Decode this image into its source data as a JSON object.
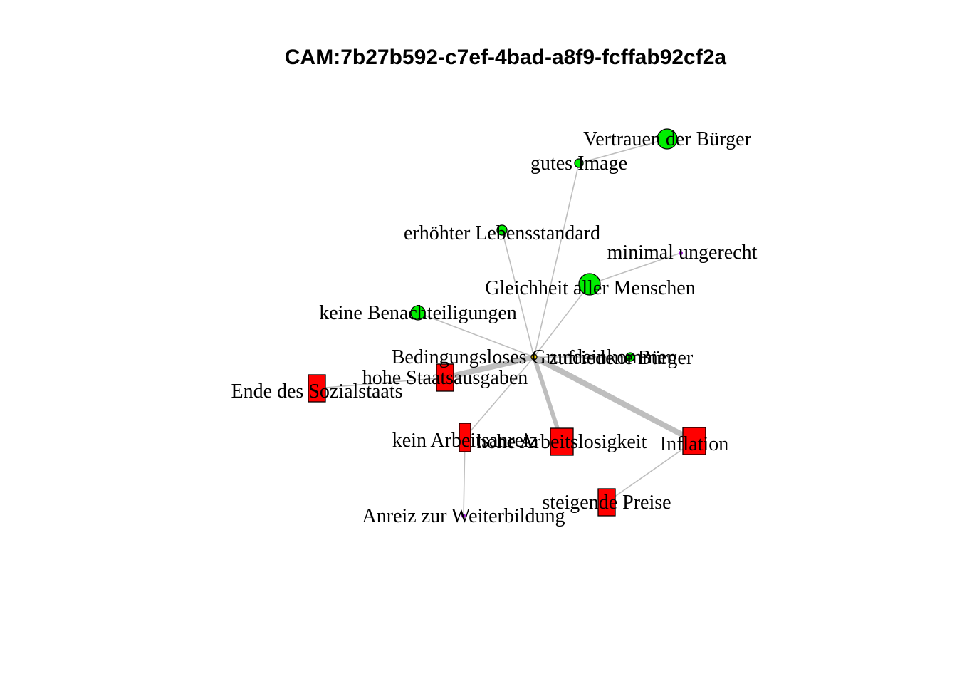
{
  "title": "CAM:7b27b592-c7ef-4bad-a8f9-fcffab92cf2a",
  "colors": {
    "positive": "#00ee00",
    "negative": "#ff0000",
    "neutral": "#9c1ad2",
    "ambivalent": "#ffd700",
    "edge": "#bebebe"
  },
  "nodes": [
    {
      "id": "vertrauen",
      "label": "Vertrauen der Bürger",
      "valence": "positive"
    },
    {
      "id": "image",
      "label": "gutes Image",
      "valence": "positive"
    },
    {
      "id": "lebensstandard",
      "label": "erhöhter Lebensstandard",
      "valence": "positive"
    },
    {
      "id": "ungerecht",
      "label": "minimal ungerecht",
      "valence": "neutral"
    },
    {
      "id": "gleichheit",
      "label": "Gleichheit aller Menschen",
      "valence": "positive"
    },
    {
      "id": "benachteiligungen",
      "label": "keine Benachteiligungen",
      "valence": "positive"
    },
    {
      "id": "bge",
      "label": "Bedingungsloses Grundeinkommen",
      "valence": "ambivalent"
    },
    {
      "id": "zufrieden",
      "label": "zufriedene Bürger",
      "valence": "positive"
    },
    {
      "id": "staatsausgaben",
      "label": "hohe Staatsausgaben",
      "valence": "negative"
    },
    {
      "id": "sozialstaat",
      "label": "Ende des Sozialstaats",
      "valence": "negative"
    },
    {
      "id": "arbeitsanreiz",
      "label": "kein Arbeitsanreiz",
      "valence": "negative"
    },
    {
      "id": "arbeitslosigkeit",
      "label": "hohe Arbeitslosigkeit",
      "valence": "negative"
    },
    {
      "id": "inflation",
      "label": "Inflation",
      "valence": "negative"
    },
    {
      "id": "preise",
      "label": "steigende Preise",
      "valence": "negative"
    },
    {
      "id": "weiterbildung",
      "label": "Anreiz zur Weiterbildung",
      "valence": "neutral"
    }
  ],
  "edges": [
    {
      "from": "image",
      "to": "vertrauen",
      "strength": 1
    },
    {
      "from": "bge",
      "to": "image",
      "strength": 1
    },
    {
      "from": "bge",
      "to": "lebensstandard",
      "strength": 1
    },
    {
      "from": "bge",
      "to": "gleichheit",
      "strength": 1
    },
    {
      "from": "gleichheit",
      "to": "ungerecht",
      "strength": 1
    },
    {
      "from": "bge",
      "to": "benachteiligungen",
      "strength": 1
    },
    {
      "from": "bge",
      "to": "zufrieden",
      "strength": 1
    },
    {
      "from": "bge",
      "to": "staatsausgaben",
      "strength": 3
    },
    {
      "from": "staatsausgaben",
      "to": "sozialstaat",
      "strength": 1
    },
    {
      "from": "bge",
      "to": "arbeitsanreiz",
      "strength": 1
    },
    {
      "from": "bge",
      "to": "arbeitslosigkeit",
      "strength": 2
    },
    {
      "from": "bge",
      "to": "inflation",
      "strength": 3
    },
    {
      "from": "inflation",
      "to": "preise",
      "strength": 1
    },
    {
      "from": "arbeitsanreiz",
      "to": "weiterbildung",
      "strength": 1
    }
  ]
}
